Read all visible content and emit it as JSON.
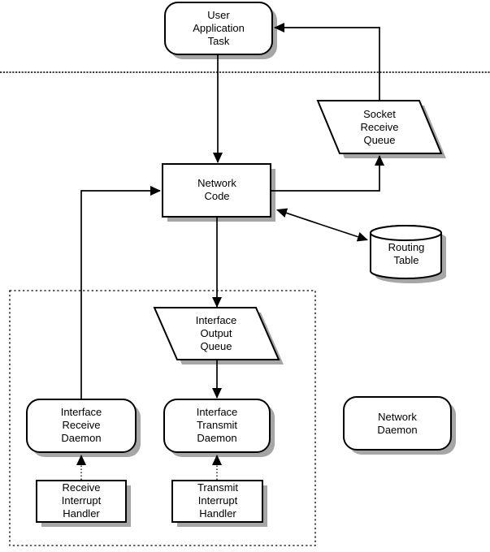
{
  "diagram": {
    "colors": {
      "background": "#ffffff",
      "fill": "#ffffff",
      "stroke": "#000000",
      "shadow": "#a6a6a6"
    },
    "nodes": [
      {
        "id": "user-application-task",
        "shape": "rounded-rect",
        "label": "User\nApplication\nTask"
      },
      {
        "id": "socket-receive-queue",
        "shape": "parallelogram",
        "label": "Socket\nReceive\nQueue"
      },
      {
        "id": "network-code",
        "shape": "rect",
        "label": "Network\nCode"
      },
      {
        "id": "routing-table",
        "shape": "cylinder",
        "label": "Routing\nTable"
      },
      {
        "id": "interface-output-queue",
        "shape": "parallelogram",
        "label": "Interface\nOutput\nQueue"
      },
      {
        "id": "interface-receive-daemon",
        "shape": "rounded-rect",
        "label": "Interface\nReceive\nDaemon"
      },
      {
        "id": "interface-transmit-daemon",
        "shape": "rounded-rect",
        "label": "Interface\nTransmit\nDaemon"
      },
      {
        "id": "receive-interrupt-handler",
        "shape": "rect",
        "label": "Receive\nInterrupt\nHandler"
      },
      {
        "id": "transmit-interrupt-handler",
        "shape": "rect",
        "label": "Transmit\nInterrupt\nHandler"
      },
      {
        "id": "network-daemon",
        "shape": "rounded-rect",
        "label": "Network\nDaemon"
      }
    ],
    "edges": [
      {
        "from": "socket-receive-queue",
        "to": "user-application-task",
        "style": "solid"
      },
      {
        "from": "user-application-task",
        "to": "network-code",
        "style": "solid"
      },
      {
        "from": "network-code",
        "to": "socket-receive-queue",
        "style": "solid"
      },
      {
        "from": "network-code",
        "to": "routing-table",
        "style": "solid-bidirectional"
      },
      {
        "from": "network-code",
        "to": "interface-output-queue",
        "style": "solid"
      },
      {
        "from": "interface-output-queue",
        "to": "interface-transmit-daemon",
        "style": "solid"
      },
      {
        "from": "interface-receive-daemon",
        "to": "network-code",
        "style": "solid"
      },
      {
        "from": "receive-interrupt-handler",
        "to": "interface-receive-daemon",
        "style": "dotted"
      },
      {
        "from": "transmit-interrupt-handler",
        "to": "interface-transmit-daemon",
        "style": "dotted"
      }
    ]
  }
}
